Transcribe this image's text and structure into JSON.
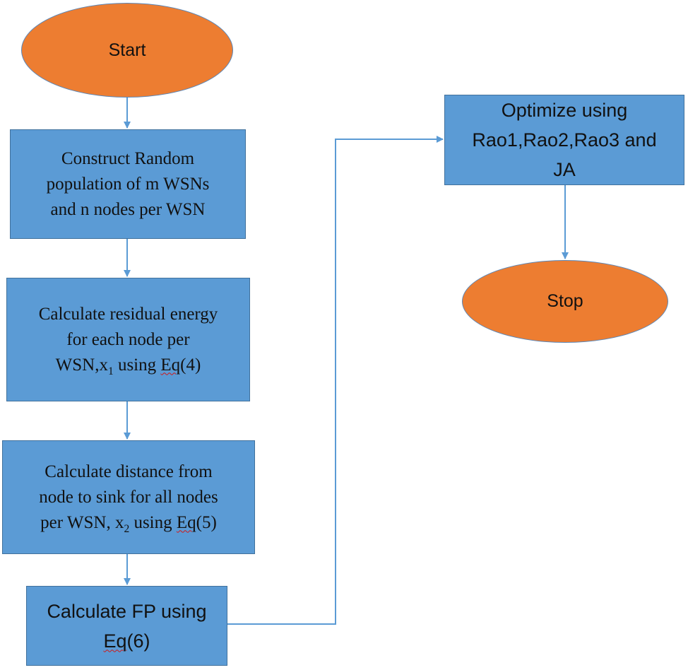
{
  "nodes": {
    "start": {
      "label": "Start"
    },
    "construct": {
      "line1": "Construct Random",
      "line2": "population of m WSNs",
      "line3": "and n nodes per WSN"
    },
    "residual": {
      "line1": "Calculate residual energy",
      "line2": "for each node per",
      "line3_pre": "WSN,x",
      "line3_sub": "1",
      "line3_mid": " using ",
      "line3_eq": "Eq",
      "line3_post": "(4)"
    },
    "distance": {
      "line1": "Calculate distance from",
      "line2": "node to sink for all nodes",
      "line3_pre": "per WSN, x",
      "line3_sub": "2",
      "line3_mid": " using ",
      "line3_eq": "Eq",
      "line3_post": "(5)"
    },
    "fp": {
      "line1": "Calculate FP using",
      "line2_eq": "Eq",
      "line2_post": "(6)"
    },
    "optimize": {
      "line1": "Optimize using",
      "line2": "Rao1,Rao2,Rao3 and",
      "line3": "JA"
    },
    "stop": {
      "label": "Stop"
    }
  },
  "colors": {
    "ellipse_fill": "#ED7D31",
    "box_fill": "#5B9BD5",
    "connector": "#5B9BD5"
  }
}
